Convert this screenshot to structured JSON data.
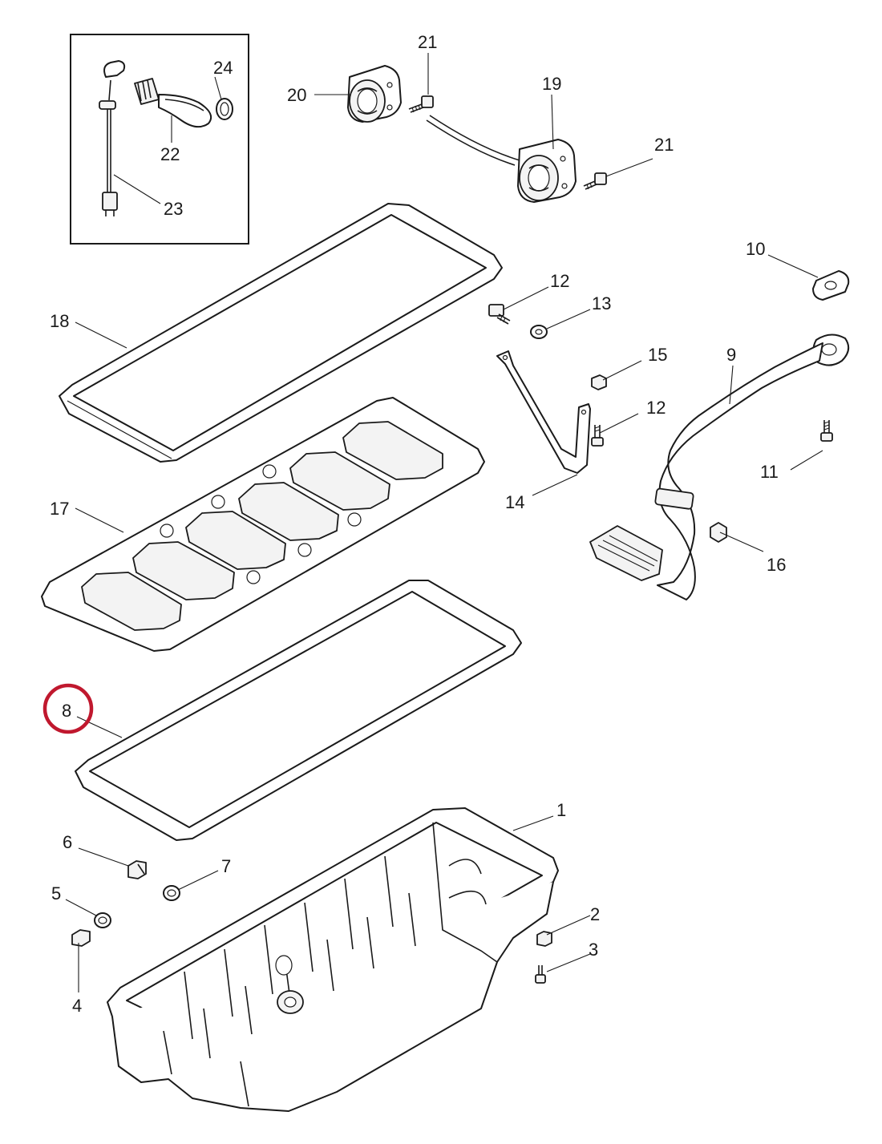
{
  "highlight": {
    "color": "#c0182e",
    "target_callout": "8"
  },
  "callouts": [
    {
      "id": "c1",
      "text": "1"
    },
    {
      "id": "c2",
      "text": "2"
    },
    {
      "id": "c3",
      "text": "3"
    },
    {
      "id": "c4",
      "text": "4"
    },
    {
      "id": "c5",
      "text": "5"
    },
    {
      "id": "c6",
      "text": "6"
    },
    {
      "id": "c7",
      "text": "7"
    },
    {
      "id": "c8",
      "text": "8"
    },
    {
      "id": "c9",
      "text": "9"
    },
    {
      "id": "c10",
      "text": "10"
    },
    {
      "id": "c11",
      "text": "11"
    },
    {
      "id": "c12a",
      "text": "12"
    },
    {
      "id": "c12b",
      "text": "12"
    },
    {
      "id": "c13",
      "text": "13"
    },
    {
      "id": "c14",
      "text": "14"
    },
    {
      "id": "c15",
      "text": "15"
    },
    {
      "id": "c16",
      "text": "16"
    },
    {
      "id": "c17",
      "text": "17"
    },
    {
      "id": "c18",
      "text": "18"
    },
    {
      "id": "c19",
      "text": "19"
    },
    {
      "id": "c20",
      "text": "20"
    },
    {
      "id": "c21a",
      "text": "21"
    },
    {
      "id": "c21b",
      "text": "21"
    },
    {
      "id": "c22",
      "text": "22"
    },
    {
      "id": "c23",
      "text": "23"
    },
    {
      "id": "c24",
      "text": "24"
    }
  ]
}
